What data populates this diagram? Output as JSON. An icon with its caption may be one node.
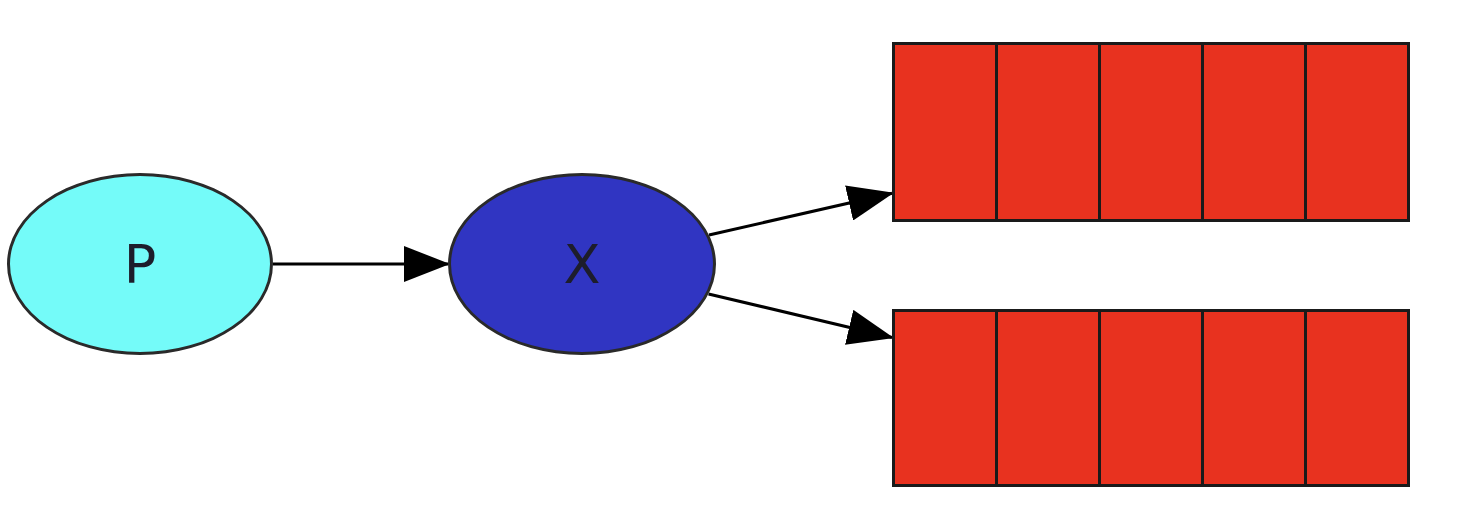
{
  "diagram": {
    "nodes": [
      {
        "text": [
          "P"
        ]
      },
      {
        "text": [
          "X"
        ]
      },
      {
        "text": [],
        "shape": "box"
      },
      {
        "text": [],
        "shape": "box"
      }
    ],
    "edges": [
      {
        "from": 0,
        "to": 1,
        "arrow": "to"
      },
      {
        "from": 1,
        "to": 2,
        "arrow": "to"
      },
      {
        "from": 1,
        "to": 3,
        "arrow": "to"
      }
    ]
  }
}
